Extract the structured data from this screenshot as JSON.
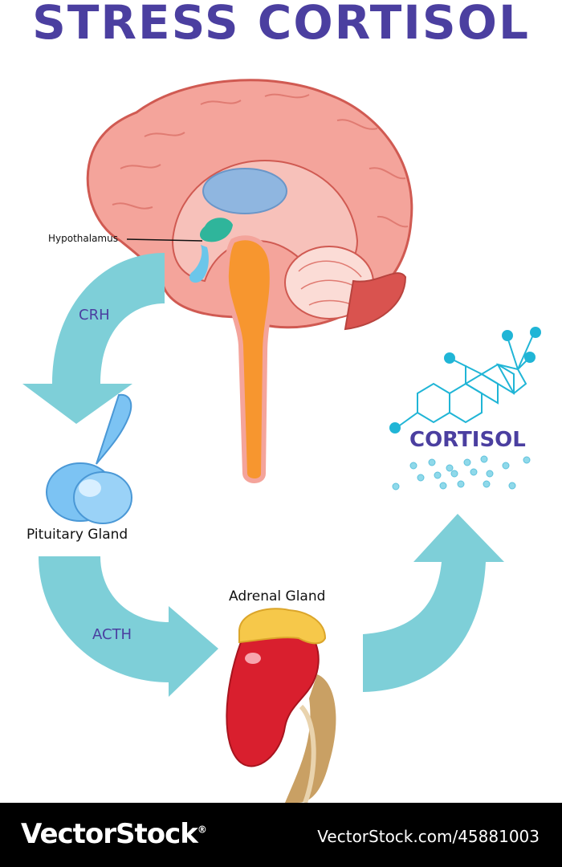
{
  "title": "STRESS CORTISOL",
  "labels": {
    "hypothalamus": "Hypothalamus",
    "crh": "CRH",
    "pituitary": "Pituitary Gland",
    "acth": "ACTH",
    "adrenal": "Adrenal Gland",
    "cortisol": "CORTISOL"
  },
  "footer": {
    "brand": "VectorStock",
    "brand_mark": "®",
    "ref": "VectorStock.com/45881003"
  },
  "colors": {
    "title": "#4b3fa0",
    "arrow": "#7ecfd8",
    "brain": "#f28b82",
    "spinal": "#f7962f",
    "pituitary": "#7cc3f3",
    "adrenal": "#d91f2e",
    "molecule": "#20b5d6"
  }
}
